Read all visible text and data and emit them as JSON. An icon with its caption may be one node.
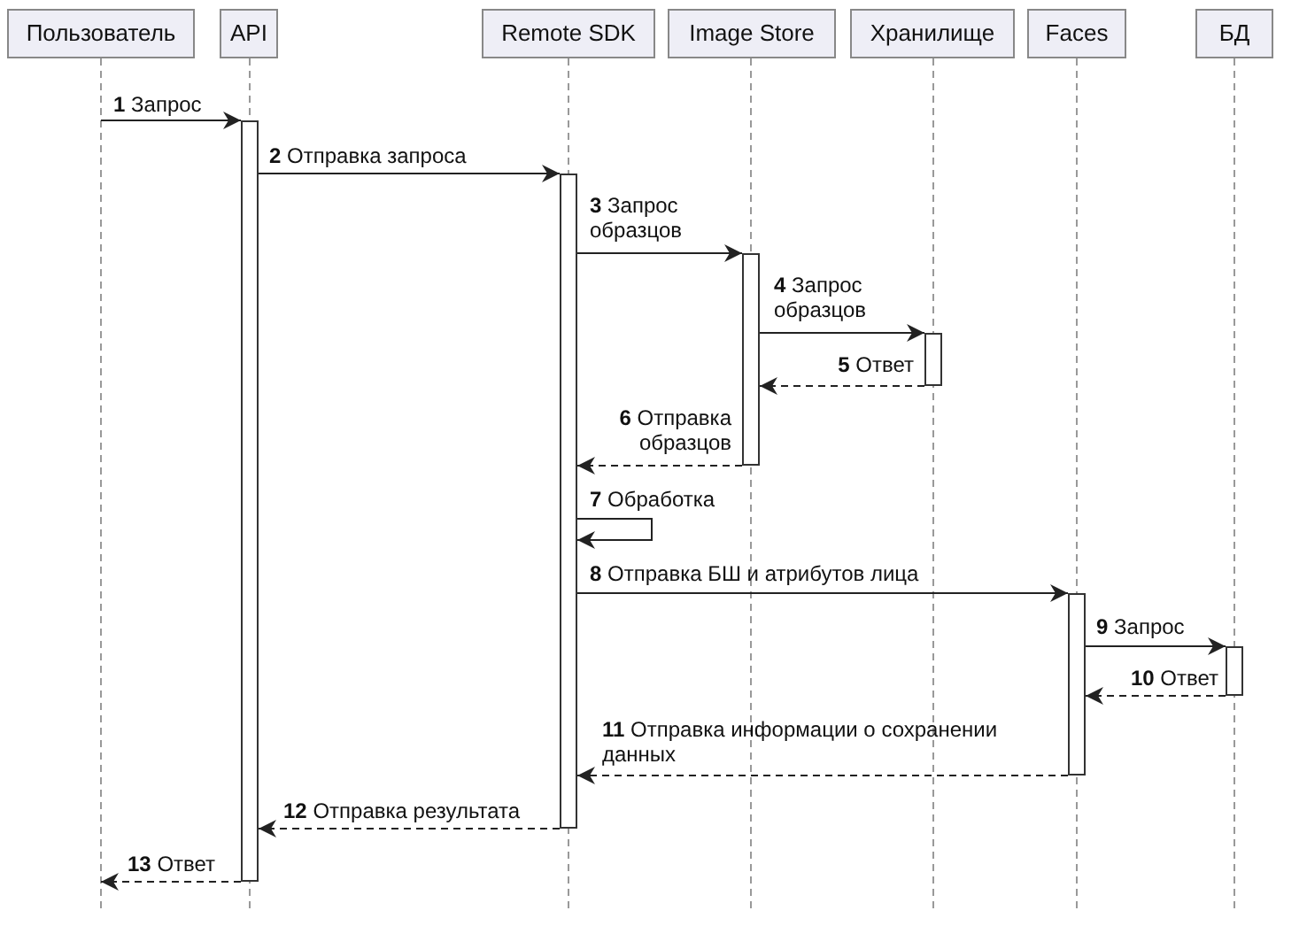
{
  "diagram": {
    "nodes": [
      {
        "text": [
          "Пользователь"
        ]
      },
      {
        "text": [
          "API"
        ]
      },
      {
        "text": [
          "Remote SDK"
        ]
      },
      {
        "text": [
          "Image Store"
        ]
      },
      {
        "text": [
          "Хранилище"
        ]
      },
      {
        "text": [
          "Faces"
        ]
      },
      {
        "text": [
          "БД"
        ]
      },
      {
        "text": [],
        "shape": "bar"
      },
      {
        "text": [],
        "shape": "bar"
      },
      {
        "text": [],
        "shape": "bar"
      },
      {
        "text": [],
        "shape": "bar"
      },
      {
        "text": [],
        "shape": "bar"
      },
      {
        "text": [],
        "shape": "bar"
      }
    ],
    "edges": [
      {
        "from": null,
        "to": 7,
        "arrow": "to",
        "label": "**1** Запрос"
      },
      {
        "from": 7,
        "to": 8,
        "arrow": "to",
        "label": "**2** Отправка запроса"
      },
      {
        "from": 8,
        "to": 9,
        "arrow": "to",
        "label": "**3** Запрос образцов"
      },
      {
        "from": 9,
        "to": 10,
        "arrow": "to",
        "label": "**4** Запрос образцов"
      },
      {
        "from": 10,
        "to": 9,
        "arrow": "to",
        "style": "dashed",
        "label": "**5** Ответ"
      },
      {
        "from": 9,
        "to": 8,
        "arrow": "to",
        "style": "dashed",
        "label": "**6** Отправка образцов"
      },
      {
        "from": 8,
        "to": 8,
        "arrow": "to",
        "label": "**7** Обработка"
      },
      {
        "from": 8,
        "to": 11,
        "arrow": "to",
        "label": "**8** Отправка БШ и атрибутов лица"
      },
      {
        "from": 11,
        "to": 12,
        "arrow": "to",
        "label": "**9** Запрос"
      },
      {
        "from": 12,
        "to": 11,
        "arrow": "to",
        "style": "dashed",
        "label": "**10** Ответ"
      },
      {
        "from": 11,
        "to": 8,
        "arrow": "to",
        "style": "dashed",
        "label": "**11** Отправка информации о сохранении данных"
      },
      {
        "from": 8,
        "to": 7,
        "arrow": "to",
        "style": "dashed",
        "label": "**12** Отправка результата"
      },
      {
        "from": 7,
        "to": null,
        "arrow": "to",
        "style": "dashed",
        "label": "**13** Ответ"
      }
    ]
  }
}
